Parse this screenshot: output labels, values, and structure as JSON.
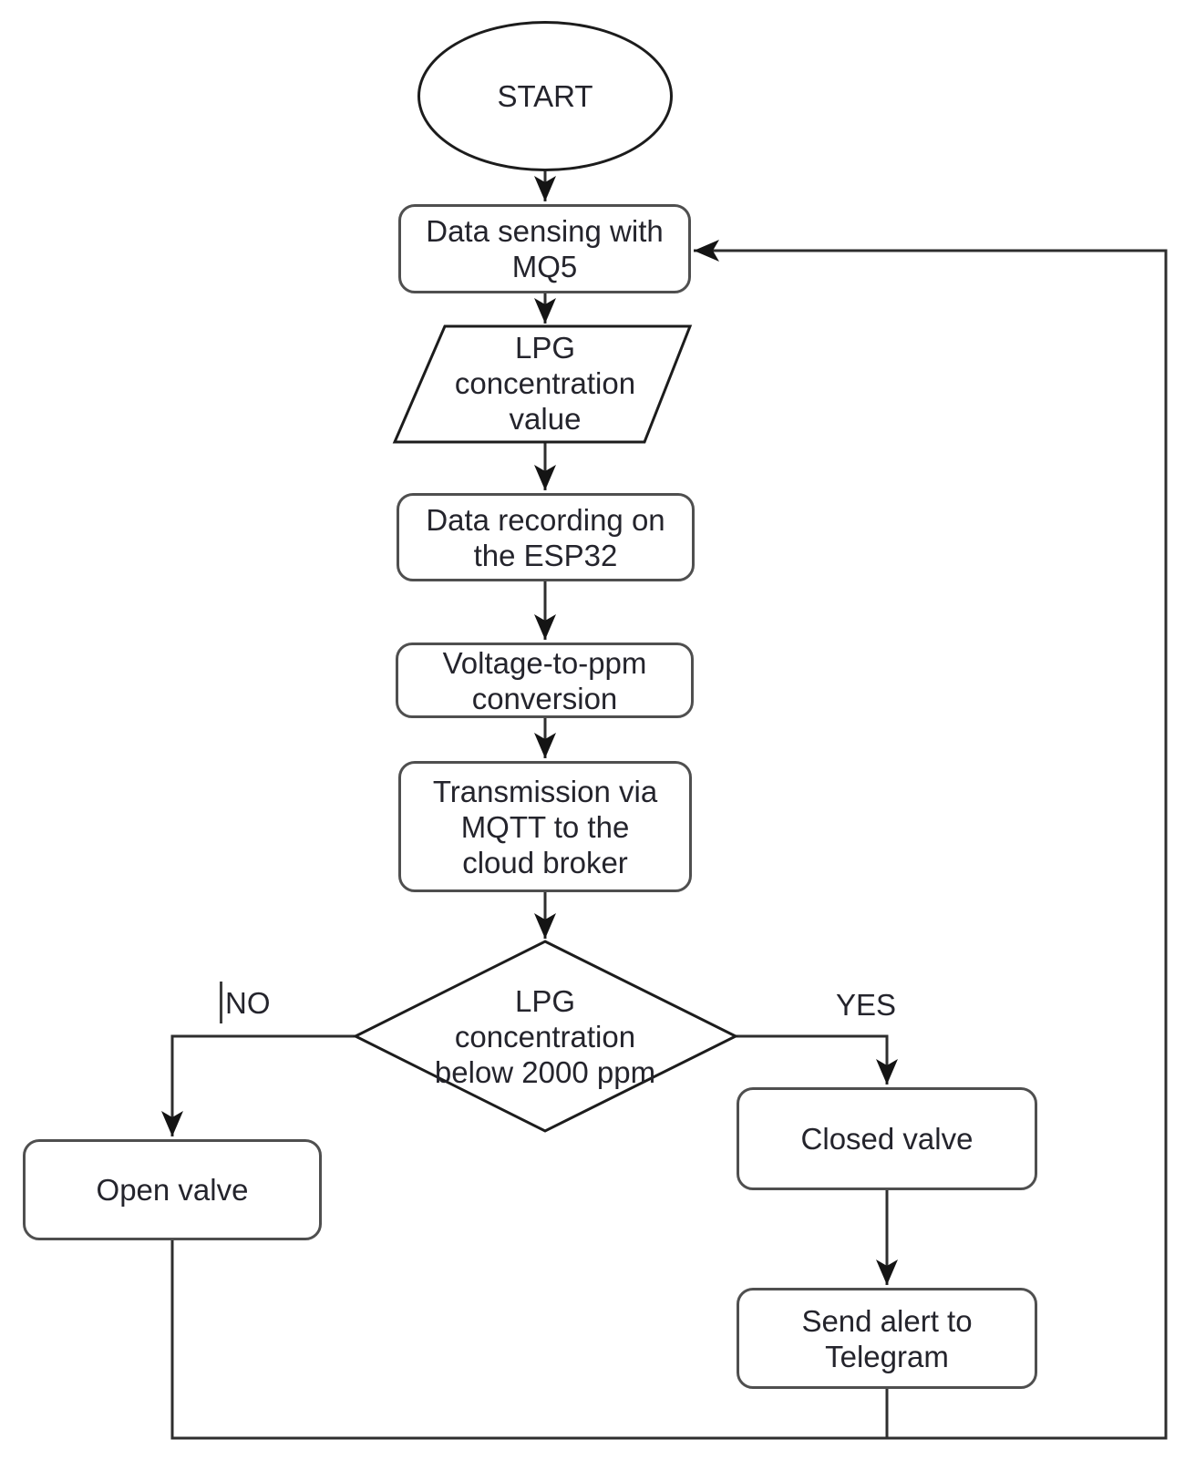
{
  "flowchart": {
    "background": "#ffffff",
    "colors": {
      "terminator_stroke": "#1c1c1c",
      "process_stroke": "#4f4f4f",
      "decision_stroke": "#1c1c1c",
      "connector": "#2e2e2e",
      "arrowhead": "#141414",
      "text": "#24242c",
      "shape_fill": "#ffffff"
    },
    "nodes": {
      "start": {
        "type": "terminator",
        "label": "START"
      },
      "sense": {
        "type": "process",
        "label": "Data sensing with\nMQ5"
      },
      "lpg_value": {
        "type": "input_output",
        "label": "LPG\nconcentration\nvalue"
      },
      "record": {
        "type": "process",
        "label": "Data recording on\nthe ESP32"
      },
      "convert": {
        "type": "process",
        "label": "Voltage-to-ppm\nconversion"
      },
      "transmit": {
        "type": "process",
        "label": "Transmission via\nMQTT to the\ncloud broker"
      },
      "decide": {
        "type": "decision",
        "label": "LPG\nconcentration\nbelow 2000 ppm"
      },
      "open_valve": {
        "type": "process",
        "label": "Open valve"
      },
      "closed_valve": {
        "type": "process",
        "label": "Closed valve"
      },
      "send_alert": {
        "type": "process",
        "label": "Send alert to\nTelegram"
      }
    },
    "branch_labels": {
      "no": "NO",
      "yes": "YES"
    },
    "edges": [
      {
        "from": "start",
        "to": "sense"
      },
      {
        "from": "sense",
        "to": "lpg_value"
      },
      {
        "from": "lpg_value",
        "to": "record"
      },
      {
        "from": "record",
        "to": "convert"
      },
      {
        "from": "convert",
        "to": "transmit"
      },
      {
        "from": "transmit",
        "to": "decide"
      },
      {
        "from": "decide",
        "to": "open_valve",
        "label": "NO"
      },
      {
        "from": "decide",
        "to": "closed_valve",
        "label": "YES"
      },
      {
        "from": "closed_valve",
        "to": "send_alert"
      },
      {
        "from": "open_valve",
        "to": "sense"
      },
      {
        "from": "send_alert",
        "to": "sense"
      }
    ]
  }
}
